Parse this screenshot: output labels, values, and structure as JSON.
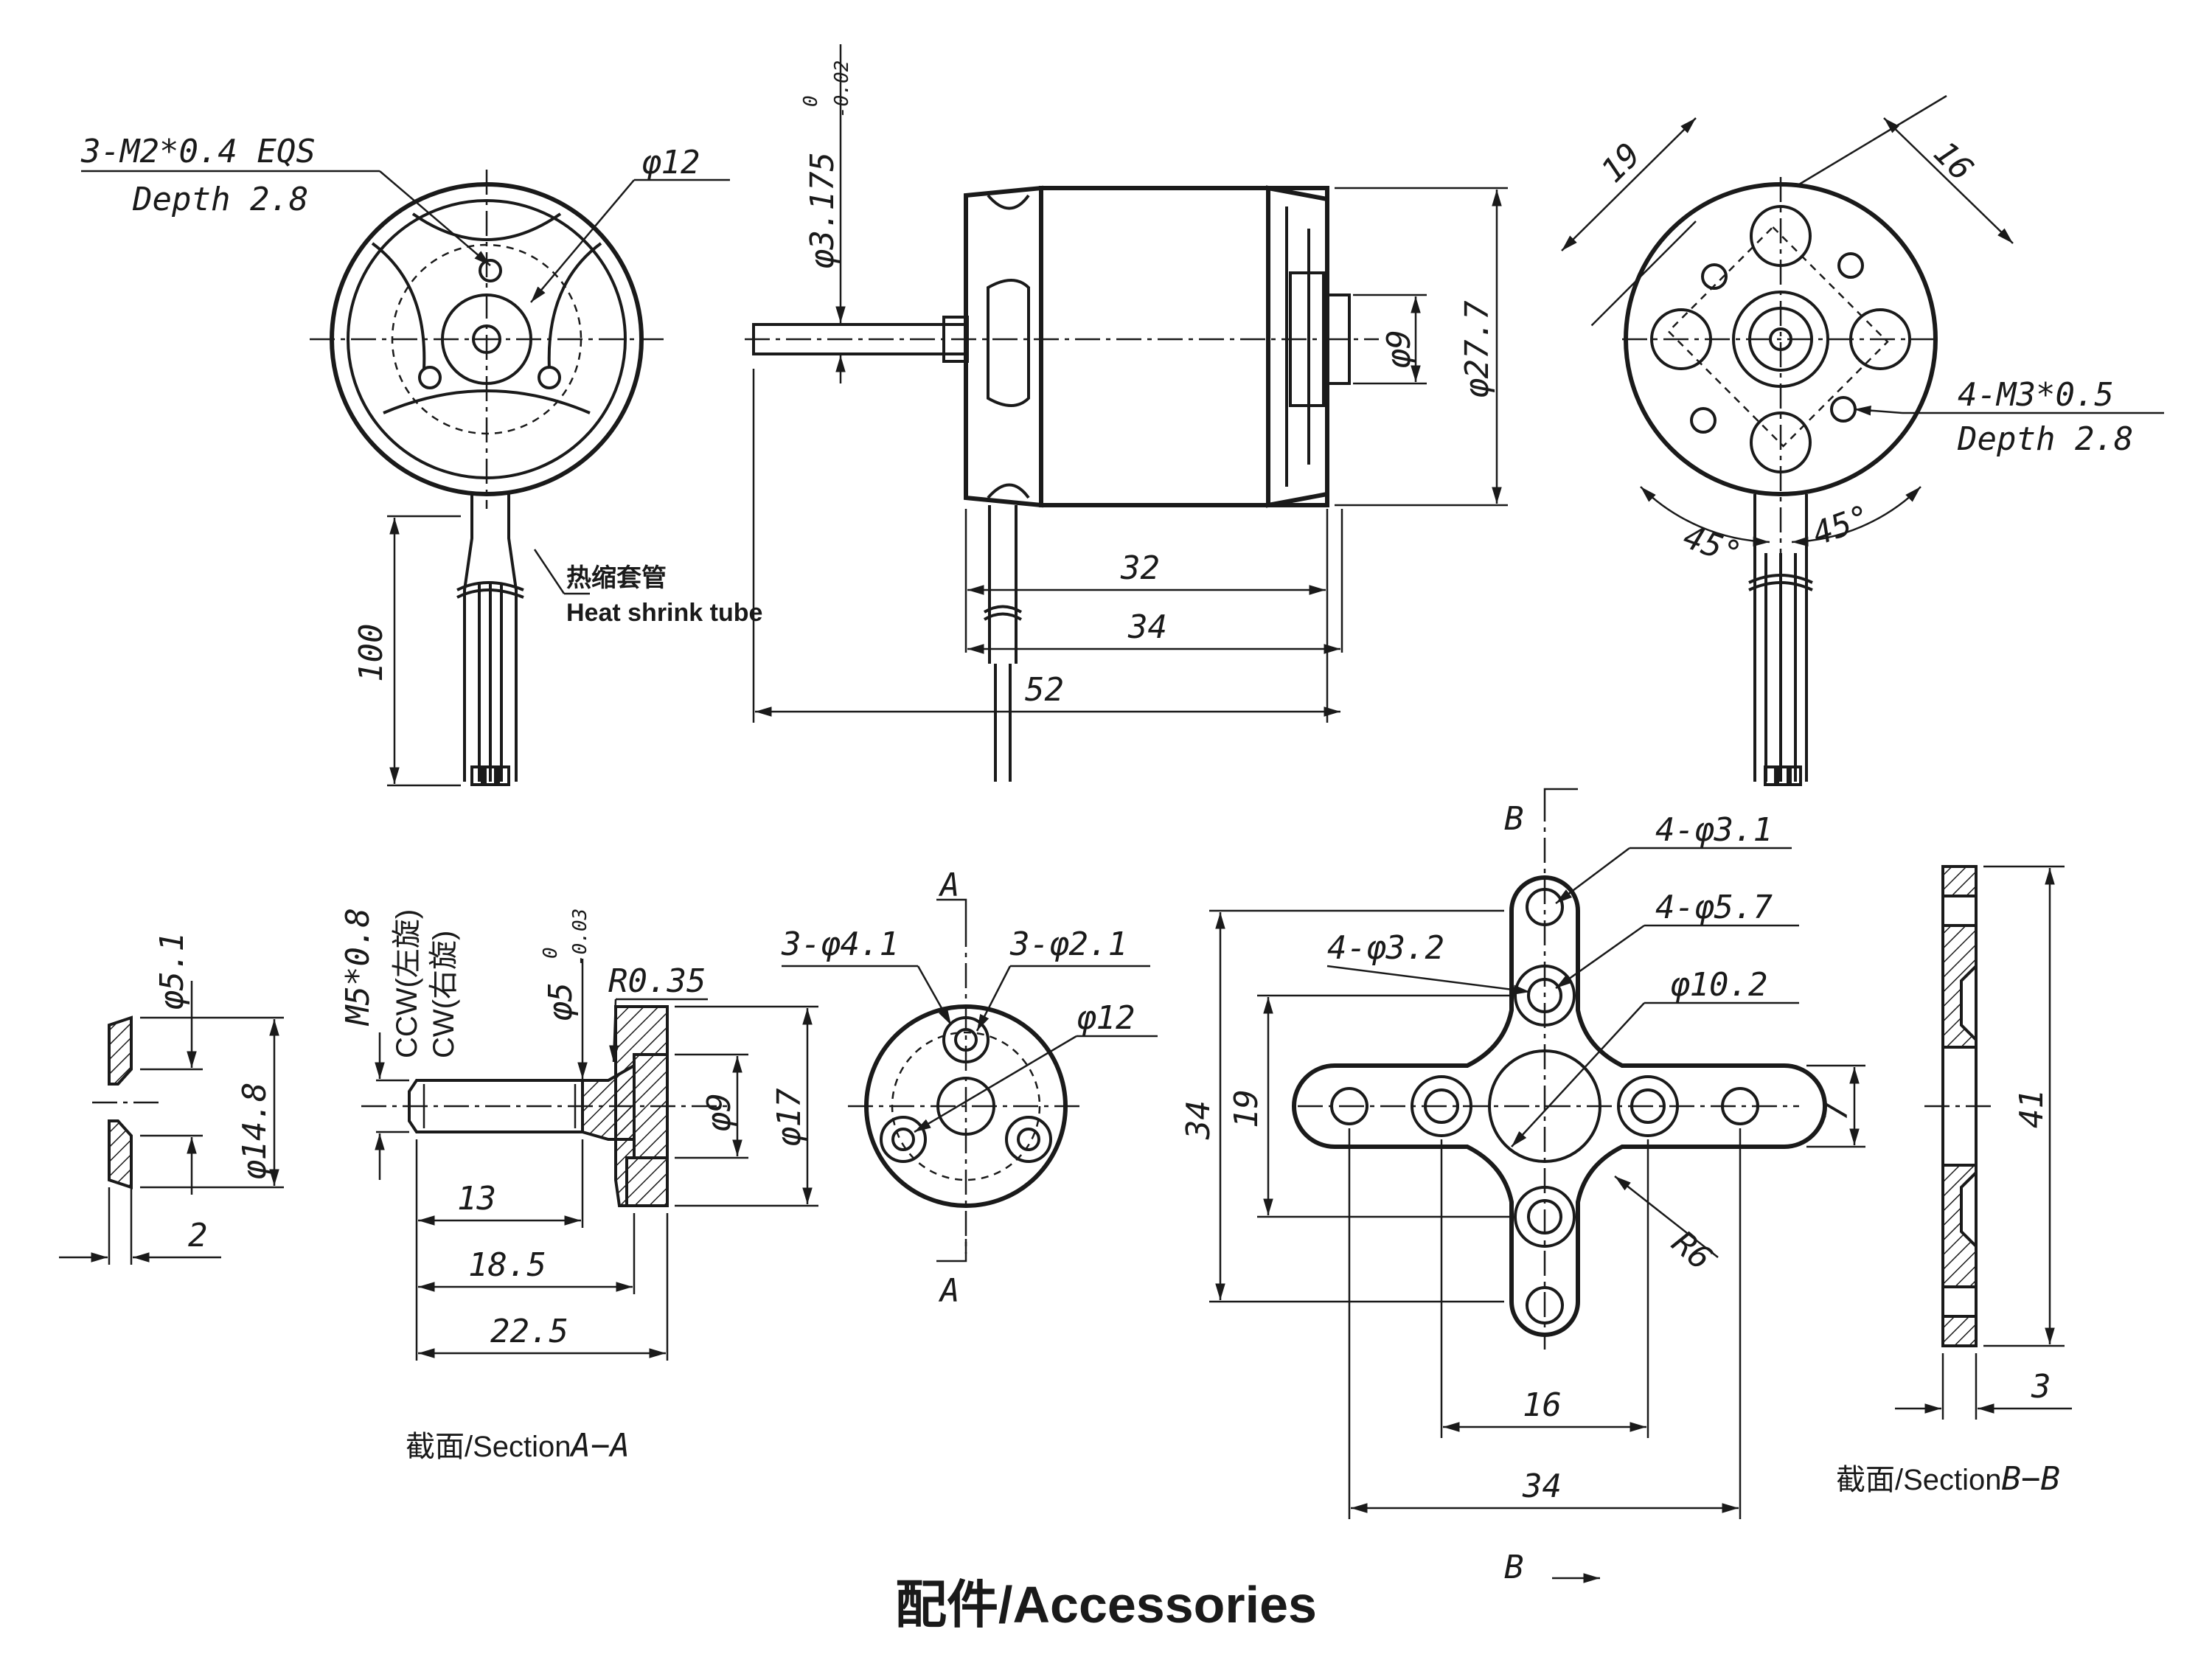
{
  "front_view": {
    "thread_note": "3-M2*0.4 EQS",
    "thread_depth": "Depth 2.8",
    "diameter": "φ12",
    "lead_length": "100",
    "sleeve_cn": "热缩套管",
    "sleeve_en": "Heat shrink tube"
  },
  "side_view": {
    "shaft_diameter": "φ3.175",
    "shaft_tol_upper": "0",
    "shaft_tol_lower": "-0.02",
    "boss_diameter": "φ9",
    "body_diameter": "φ27.7",
    "length_32": "32",
    "length_34": "34",
    "length_52": "52"
  },
  "rear_view": {
    "dim_19": "19",
    "dim_16": "16",
    "thread_note": "4-M3*0.5",
    "thread_depth": "Depth 2.8",
    "angle_left": "45°",
    "angle_right": "45°"
  },
  "collet": {
    "d_51": "φ5.1",
    "d_148": "φ14.8",
    "thickness": "2"
  },
  "adapter": {
    "thread": "M5*0.8",
    "ccw": "CCW(左旋)",
    "cw": "CW(右旋)",
    "bore": "φ5",
    "bore_tol_upper": "0",
    "bore_tol_lower": "-0.03",
    "radius": "R0.35",
    "d9": "φ9",
    "d17": "φ17",
    "len_13": "13",
    "len_185": "18.5",
    "len_225": "22.5",
    "section_label": "截面/Section",
    "section_letters": "A−A"
  },
  "adapter_end": {
    "holes_41": "3-φ4.1",
    "holes_21": "3-φ2.1",
    "d12": "φ12",
    "marker": "A"
  },
  "cross_mount": {
    "marker": "B",
    "holes_31": "4-φ3.1",
    "holes_57": "4-φ5.7",
    "holes_32": "4-φ3.2",
    "center_d": "φ10.2",
    "h34": "34",
    "h19": "19",
    "w7": "7",
    "radius": "R6",
    "w16": "16",
    "w34": "34"
  },
  "cross_section": {
    "height": "41",
    "thickness": "3",
    "section_label": "截面/Section",
    "section_letters": "B−B"
  },
  "footer": {
    "title": "配件/Accessories"
  }
}
